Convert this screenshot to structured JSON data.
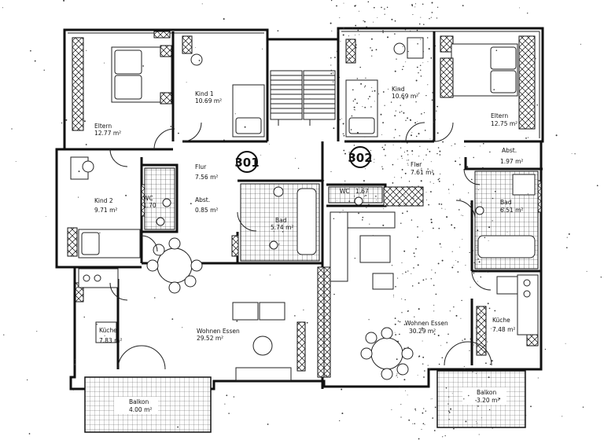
{
  "units": [
    {
      "number": "301"
    },
    {
      "number": "302"
    }
  ],
  "rooms": {
    "eltern_l": {
      "name": "Eltern",
      "area": "12.77 m²"
    },
    "kind1": {
      "name": "Kind 1",
      "area": "10.69 m²"
    },
    "flur_l": {
      "name": "Flur",
      "area": "7.56 m²"
    },
    "kind2": {
      "name": "Kind 2",
      "area": "9.71 m²"
    },
    "wc_l": {
      "name": "WC",
      "area": "1.70"
    },
    "abst_l": {
      "name": "Abst.",
      "area": "0.85 m²"
    },
    "bad_l": {
      "name": "Bad",
      "area": "5.74 m²"
    },
    "kueche_l": {
      "name": "Küche",
      "area": "7.83 m²"
    },
    "wohnen_l": {
      "name": "Wohnen Essen",
      "area": "29.52 m²"
    },
    "balkon_l": {
      "name": "Balkon",
      "area": "4.00 m²"
    },
    "kind_r": {
      "name": "Kind",
      "area": "10.69 m²"
    },
    "eltern_r": {
      "name": "Eltern",
      "area": "12.75 m²"
    },
    "abst_r": {
      "name": "Abst.",
      "area": "1.97 m²"
    },
    "flur_r": {
      "name": "Flur",
      "area": "7.61 m²"
    },
    "wc_r": {
      "name": "WC",
      "area": "1.67"
    },
    "bad_r": {
      "name": "Bad",
      "area": "6.51 m²"
    },
    "wohnen_r": {
      "name": "Wohnen Essen",
      "area": "30.29 m²"
    },
    "kueche_r": {
      "name": "Küche",
      "area": "7.48 m²"
    },
    "balkon_r": {
      "name": "Balkon",
      "area": "3.20 m²"
    }
  }
}
